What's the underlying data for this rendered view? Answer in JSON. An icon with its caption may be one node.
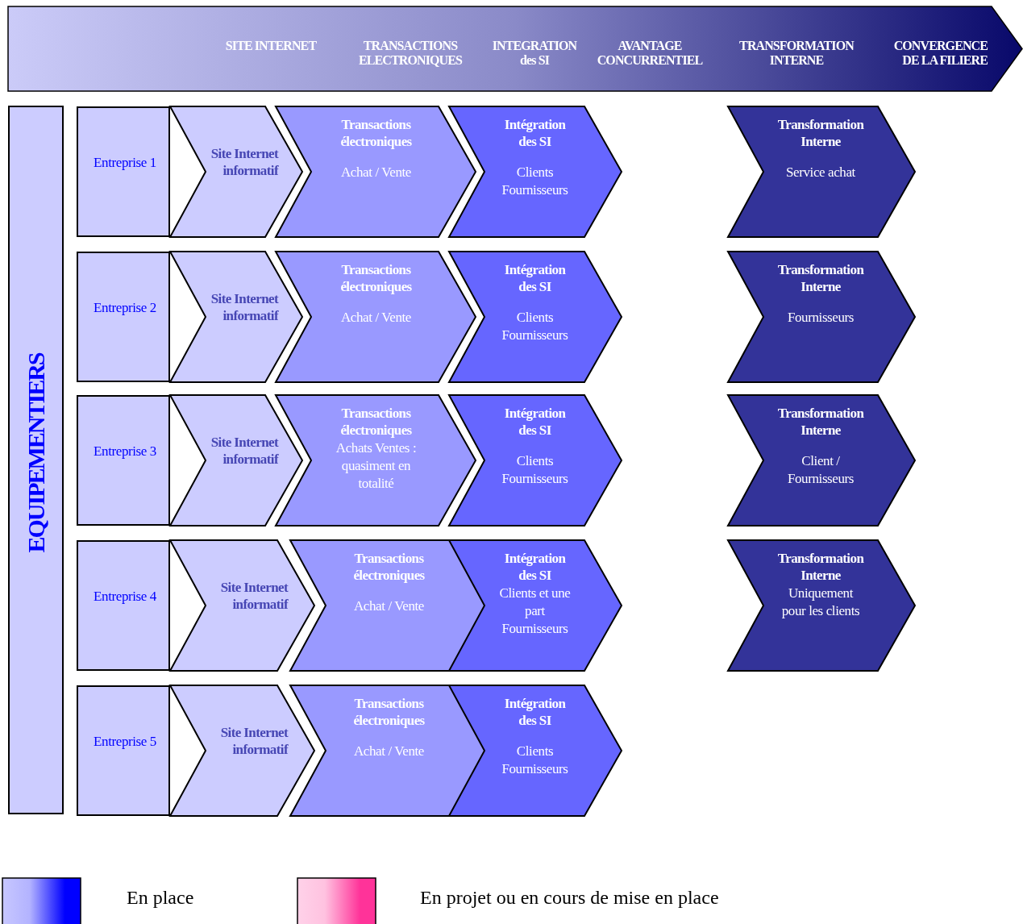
{
  "diagram": {
    "nodes": [
      {
        "text": [
          "SITE INTERNET",
          "TRANSACTIONS ELECTRONIQUES",
          "INTEGRATION des SI",
          "AVANTAGE CONCURRENTIEL",
          "TRANSFORMATION INTERNE",
          "CONVERGENCE DE LA FILIERE"
        ]
      },
      {
        "text": [
          "EQUIPEMENTIERS"
        ]
      },
      {
        "text": [
          "Entreprise 1"
        ]
      },
      {
        "text": [
          "Site Internet informatif"
        ]
      },
      {
        "text": [
          "Transactions électroniques",
          "Achat / Vente"
        ]
      },
      {
        "text": [
          "Intégration des SI",
          "Clients Fournisseurs"
        ]
      },
      {
        "text": [
          "Transformation Interne",
          "Service achat"
        ]
      },
      {
        "text": [
          "Entreprise 2"
        ]
      },
      {
        "text": [
          "Site Internet informatif"
        ]
      },
      {
        "text": [
          "Transactions électroniques",
          "Achat / Vente"
        ]
      },
      {
        "text": [
          "Intégration des SI",
          "Clients Fournisseurs"
        ]
      },
      {
        "text": [
          "Transformation Interne",
          "Fournisseurs"
        ]
      },
      {
        "text": [
          "Entreprise 3"
        ]
      },
      {
        "text": [
          "Site Internet informatif"
        ]
      },
      {
        "text": [
          "Transactions électroniques",
          "Achats Ventes : quasiment en totalité"
        ]
      },
      {
        "text": [
          "Intégration des SI",
          "Clients Fournisseurs"
        ]
      },
      {
        "text": [
          "Transformation Interne",
          "Client / Fournisseurs"
        ]
      },
      {
        "text": [
          "Entreprise 4"
        ]
      },
      {
        "text": [
          "Site Internet informatif"
        ]
      },
      {
        "text": [
          "Transactions électroniques",
          "Achat / Vente"
        ]
      },
      {
        "text": [
          "Intégration des SI",
          "Clients et une part Fournisseurs"
        ]
      },
      {
        "text": [
          "Transformation Interne",
          "Uniquement pour les clients"
        ]
      },
      {
        "text": [
          "Entreprise 5"
        ]
      },
      {
        "text": [
          "Site Internet informatif"
        ]
      },
      {
        "text": [
          "Transactions électroniques",
          "Achat / Vente"
        ]
      },
      {
        "text": [
          "Intégration des SI",
          "Clients Fournisseurs"
        ]
      }
    ],
    "edges": [],
    "legend": [
      {
        "text": "En place",
        "color": "#0000ff"
      },
      {
        "text": "En projet ou en cours de mise en place",
        "color": "#ff3399"
      }
    ]
  }
}
